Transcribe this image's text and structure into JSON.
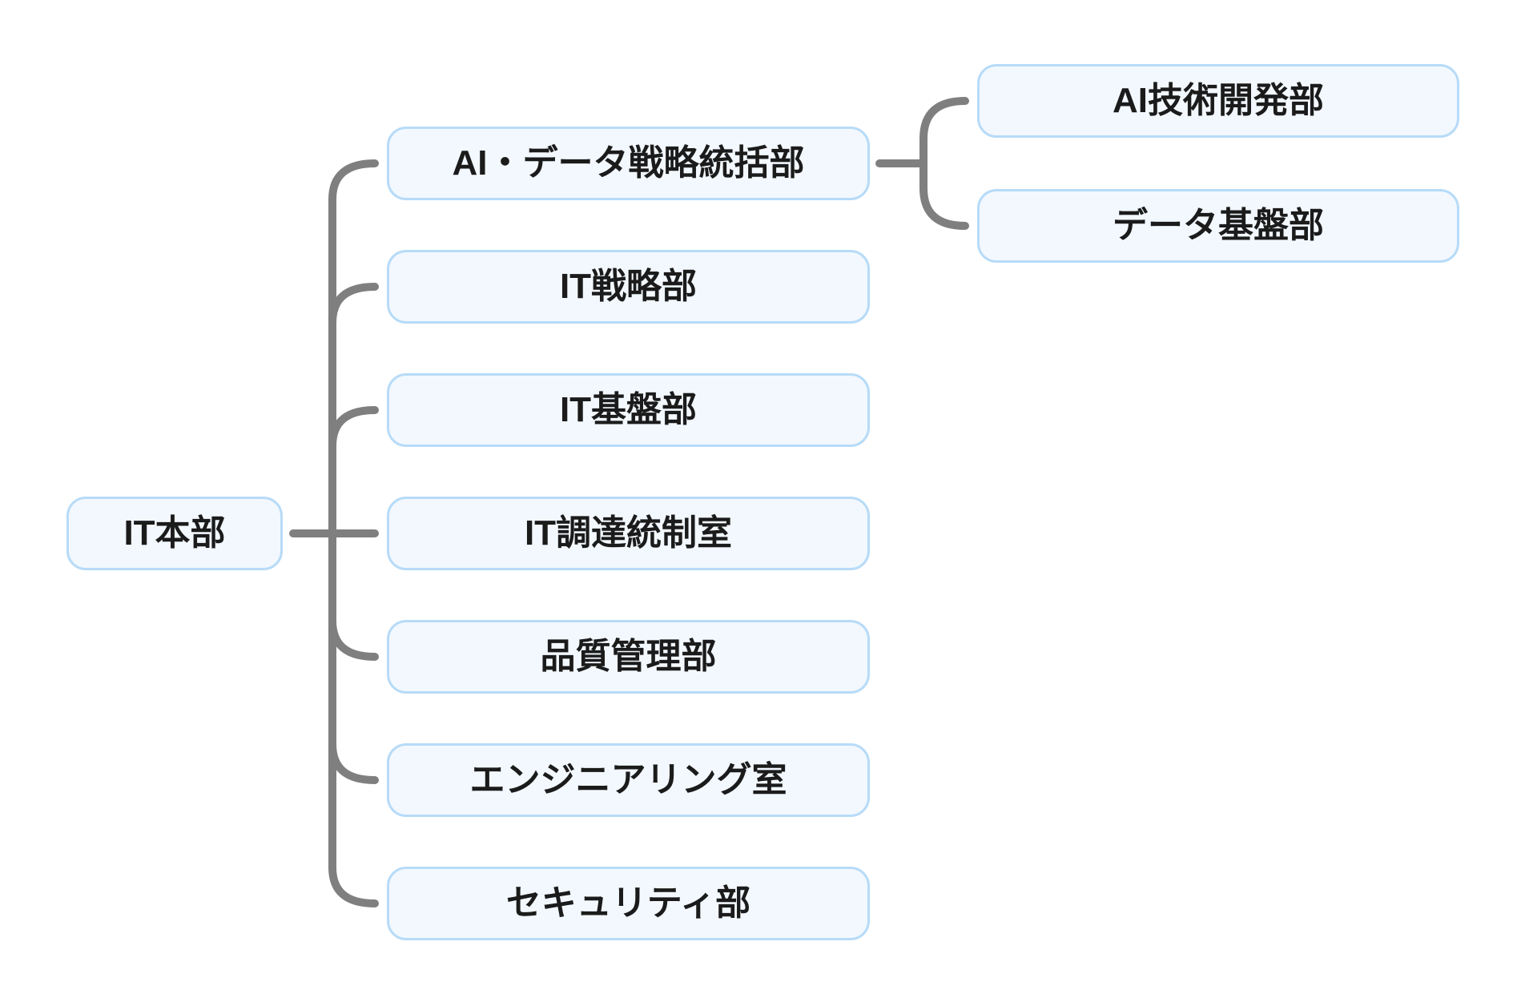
{
  "diagram": {
    "type": "org-chart",
    "root": {
      "label": "IT本部"
    },
    "departments": [
      {
        "label": "AI・データ戦略統括部"
      },
      {
        "label": "IT戦略部"
      },
      {
        "label": "IT基盤部"
      },
      {
        "label": "IT調達統制室"
      },
      {
        "label": "品質管理部"
      },
      {
        "label": "エンジニアリング室"
      },
      {
        "label": "セキュリティ部"
      }
    ],
    "sub_departments": [
      {
        "label": "AI技術開発部",
        "parent": "AI・データ戦略統括部"
      },
      {
        "label": "データ基盤部",
        "parent": "AI・データ戦略統括部"
      }
    ],
    "colors": {
      "node_border": "#b7dbf8",
      "node_fill": "#f2f8fe",
      "connector": "#7f7f7f",
      "text": "#1b1b1b",
      "background": "#ffffff"
    }
  }
}
